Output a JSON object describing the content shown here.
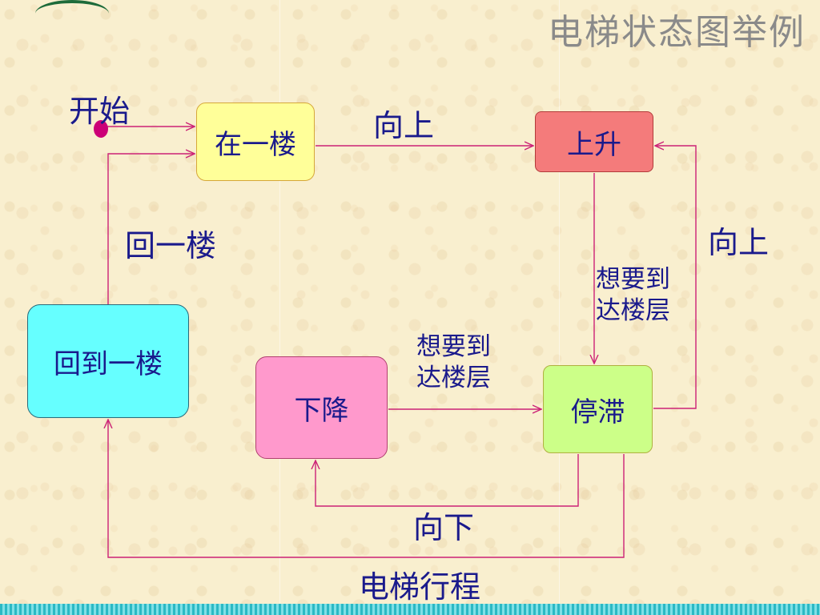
{
  "title": "电梯状态图举例",
  "states": {
    "floor1": "在一楼",
    "up": "上升",
    "idle": "停滞",
    "down": "下降",
    "return": "回到一楼"
  },
  "transitions": {
    "start": "开始",
    "up_from_floor1": "向上",
    "up_from_idle": "向上",
    "back_to_floor1": "回一楼",
    "arrive_from_up": [
      "想要到",
      "达楼层"
    ],
    "arrive_from_down": [
      "想要到",
      "达楼层"
    ],
    "down_from_idle": "向下",
    "travel": "电梯行程"
  },
  "colors": {
    "arrow": "#cc2277",
    "start_dot": "#cc0077",
    "text": "#1a1a8c",
    "title": "#8a8a8a"
  }
}
